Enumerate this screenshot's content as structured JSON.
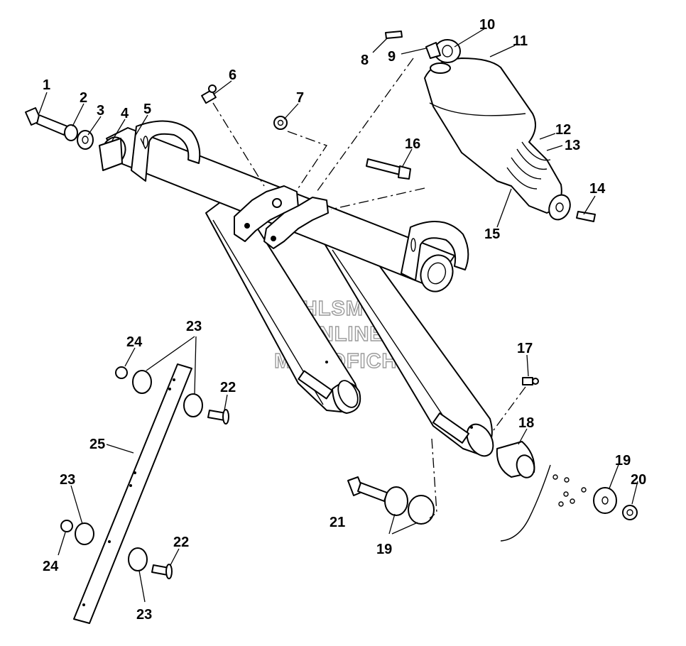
{
  "watermark": {
    "line1": "HLSM'S",
    "line2": "ONLINE",
    "line3": "MICROFICHE"
  },
  "callouts": {
    "c1": "1",
    "c2": "2",
    "c3": "3",
    "c4": "4",
    "c5": "5",
    "c6": "6",
    "c7": "7",
    "c8": "8",
    "c9": "9",
    "c10": "10",
    "c11": "11",
    "c12": "12",
    "c13": "13",
    "c14": "14",
    "c15": "15",
    "c16": "16",
    "c17": "17",
    "c18": "18",
    "c19a": "19",
    "c19b": "19",
    "c20": "20",
    "c21": "21",
    "c22a": "22",
    "c22b": "22",
    "c23a": "23",
    "c23b": "23",
    "c23c": "23",
    "c24a": "24",
    "c24b": "24",
    "c25": "25"
  }
}
